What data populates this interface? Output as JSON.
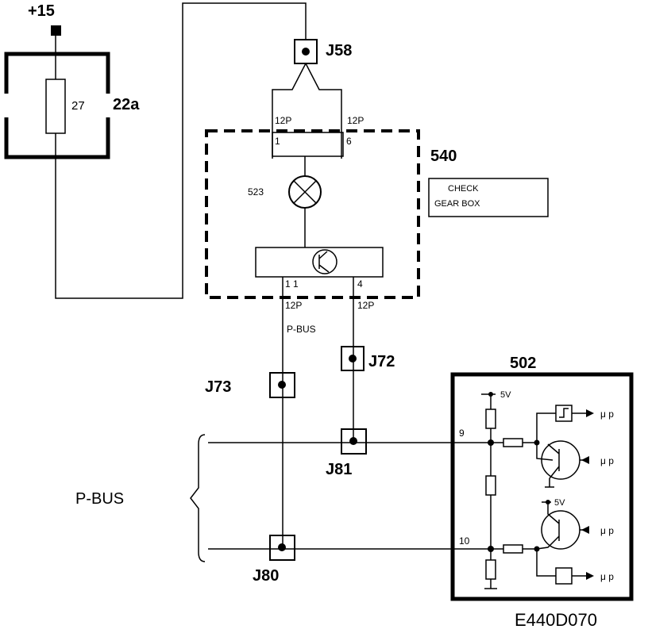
{
  "supply": {
    "label": "+15"
  },
  "fuse_block": {
    "id": "22a",
    "fuse": "27"
  },
  "connectors": {
    "j58": "J58",
    "j72": "J72",
    "j73": "J73",
    "j80": "J80",
    "j81": "J81"
  },
  "unit_540": {
    "id": "540",
    "lamp": "523",
    "pin_top_left": "1",
    "pin_top_right": "6",
    "pin_bottom_left": "1 1",
    "pin_bottom_right": "4",
    "plug_top_left": "12P",
    "plug_top_right": "12P",
    "plug_bottom_left": "12P",
    "plug_bottom_right": "12P",
    "wire_label": "P-BUS"
  },
  "warning_text": {
    "line1": "CHECK",
    "line2": "GEAR BOX"
  },
  "bus": {
    "label": "P-BUS"
  },
  "unit_502": {
    "id": "502",
    "pin_9": "9",
    "pin_10": "10",
    "supply_1": "5V",
    "supply_2": "5V",
    "out_1": "μ p",
    "out_2": "μ p",
    "out_3": "μ p",
    "out_4": "μ p"
  },
  "drawing_id": "E440D070"
}
